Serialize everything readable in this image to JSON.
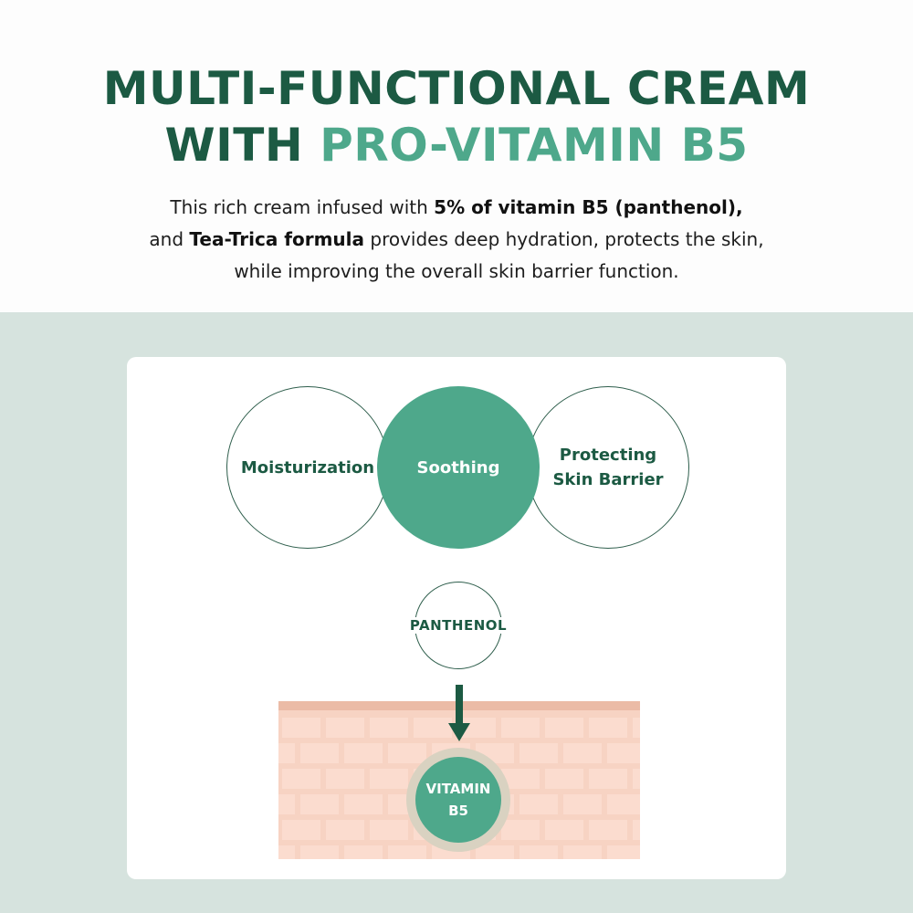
{
  "headline": {
    "line1": "MULTI-FUNCTIONAL CREAM",
    "line2_prefix": "WITH ",
    "line2_accent": "PRO-VITAMIN B5"
  },
  "intro": {
    "p1_text": "This rich cream infused with ",
    "p1_bold": "5% of vitamin B5 (panthenol),",
    "p2_prefix": "and ",
    "p2_bold": "Tea-Trica formula",
    "p2_text": " provides deep hydration, protects the skin,",
    "p3_text": "while improving the overall skin barrier function."
  },
  "benefits": {
    "moisturization": "Moisturization",
    "soothing": "Soothing",
    "protecting_line1": "Protecting",
    "protecting_line2": "Skin Barrier"
  },
  "diagram": {
    "panthenol": "PANTHENOL",
    "vitamin_line1": "VITAMIN",
    "vitamin_line2": "B5"
  },
  "colors": {
    "dark_green": "#1c5a43",
    "accent_green": "#4ea88b",
    "background_mint": "#d6e3de",
    "skin_brick": "#f7cfbe"
  }
}
